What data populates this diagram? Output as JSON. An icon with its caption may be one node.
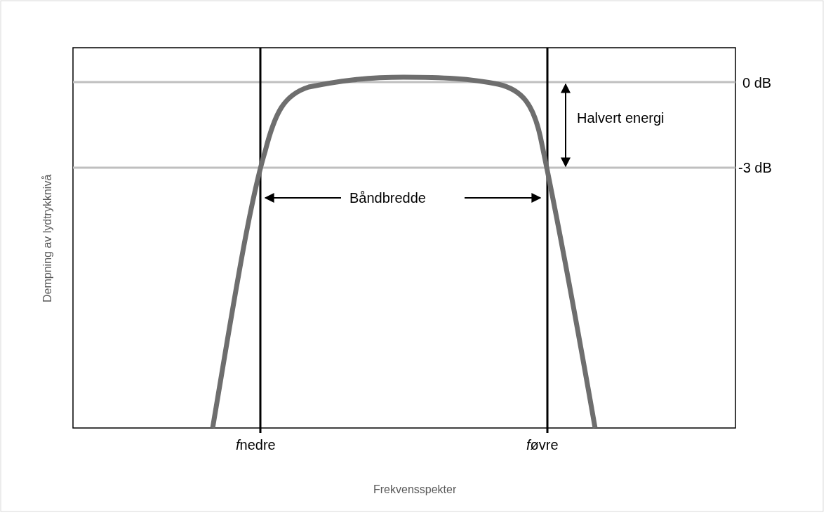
{
  "diagram": {
    "labels": [
      "0 dB",
      "Halvert energi",
      "-3 dB",
      "Båndbredde",
      "Dempning av lydtrykknivå",
      "fnedre",
      "føvre",
      "Frekvensspekter"
    ]
  }
}
